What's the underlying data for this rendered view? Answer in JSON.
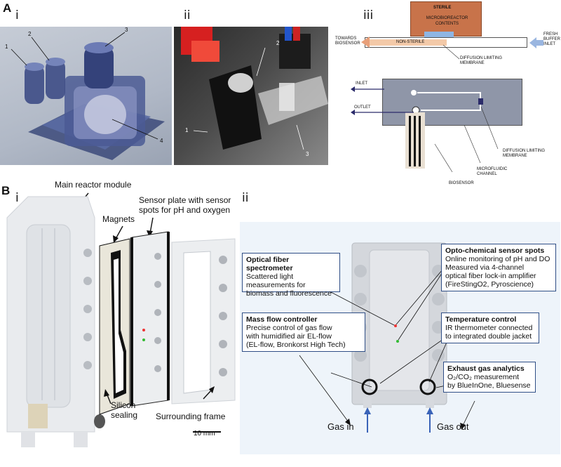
{
  "panel_a": {
    "letter": "A",
    "sub_i": "i",
    "sub_ii": "ii",
    "sub_iii": "iii",
    "photo_i_labels": [
      "1",
      "2",
      "3",
      "4"
    ],
    "photo_ii_labels": [
      "1",
      "2",
      "3"
    ],
    "schematic_top": {
      "sterile": "STERILE",
      "contents": "MICROBIOREACTOR CONTENTS",
      "towards_biosensor": "TOWARDS BIOSENSOR",
      "non_sterile": "NON-STERILE",
      "fresh_buffer_inlet": "FRESH BUFFER INLET",
      "diffusion_limiting_membrane": "DIFFUSION LIMITING MEMBRANE"
    },
    "schematic_bottom": {
      "inlet": "INLET",
      "outlet": "OUTLET",
      "diffusion_limiting_membrane": "DIFFUSION LIMITING MEMBRANE",
      "microfluidic_channel": "MICROFLUIDIC CHANNEL",
      "biosensor": "BIOSENSOR"
    }
  },
  "panel_b": {
    "letter": "B",
    "sub_i": "i",
    "sub_ii": "ii",
    "main_reactor_module": "Main reactor module",
    "magnets": "Magnets",
    "sensor_plate": "Sensor plate with sensor spots for pH and oxygen",
    "silicon_sealing": "Silicon sealing",
    "surrounding_frame": "Surrounding frame",
    "scale_bar": "10 mm",
    "boxes": {
      "optical_fiber": {
        "title": "Optical fiber spectrometer",
        "lines": [
          "Scattered light",
          "measurements for",
          "biomass and fluorescence"
        ]
      },
      "opto_chemical": {
        "title": "Opto-chemical sensor spots",
        "lines": [
          "Online monitoring of pH and DO",
          "Measured via 4-channel",
          "optical fiber lock-in amplifier",
          "(FireStingO2, Pyroscience)"
        ]
      },
      "mass_flow": {
        "title": "Mass flow controller",
        "lines": [
          "Precise control of gas flow",
          "with humidified air EL-flow",
          "(EL-flow, Bronkorst High Tech)"
        ]
      },
      "temperature": {
        "title": "Temperature control",
        "lines": [
          "IR thermometer connected",
          "to integrated double jacket"
        ]
      },
      "exhaust": {
        "title": "Exhaust gas analytics",
        "lines": [
          "O₂/CO₂ measurement",
          "by BlueInOne, Bluesense"
        ]
      }
    },
    "gas_in": "Gas in",
    "gas_out": "Gas out"
  }
}
